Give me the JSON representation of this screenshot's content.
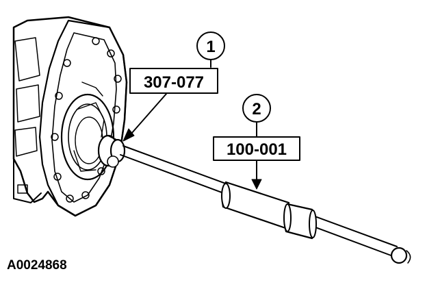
{
  "figure_id": "A0024868",
  "callouts": [
    {
      "number": "1",
      "part": "307-077"
    },
    {
      "number": "2",
      "part": "100-001"
    }
  ],
  "colors": {
    "ink": "#000000",
    "paper": "#ffffff"
  }
}
